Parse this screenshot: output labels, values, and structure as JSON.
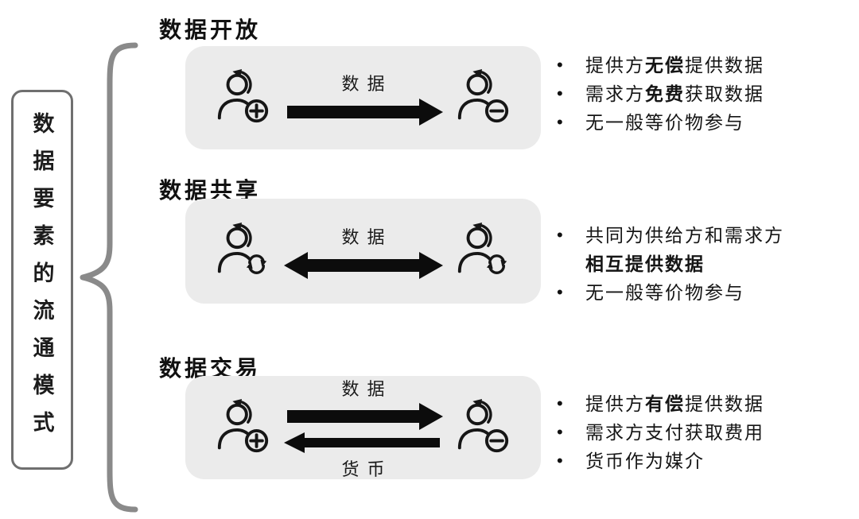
{
  "left_label": {
    "text": "数据要素的流通模式"
  },
  "bullet_char": "•",
  "colors": {
    "box_background": "#ebebeb",
    "arrow": "#0c0c0c",
    "brace": "#8a8a8a",
    "label_box_border": "#6f6f6f"
  },
  "sections": [
    {
      "title": "数据开放",
      "arrow_label": "数据",
      "left_icon": "person-plus-icon",
      "right_icon": "person-minus-icon",
      "bullets": [
        {
          "dot": "•",
          "pre": "提供方",
          "bold": "无偿",
          "post": "提供数据"
        },
        {
          "dot": "•",
          "pre": "需求方",
          "bold": "免费",
          "post": "获取数据"
        },
        {
          "dot": "•",
          "pre": "无一般等价物参与",
          "bold": "",
          "post": ""
        }
      ]
    },
    {
      "title": "数据共享",
      "arrow_label": "数据",
      "left_icon": "person-sync-icon",
      "right_icon": "person-sync-icon",
      "bullets": [
        {
          "dot": "•",
          "pre": "共同为供给方和需求方",
          "bold": "",
          "post": ""
        },
        {
          "dot": "",
          "pre": "",
          "bold": "相互提供数据",
          "post": ""
        },
        {
          "dot": "•",
          "pre": "无一般等价物参与",
          "bold": "",
          "post": ""
        }
      ]
    },
    {
      "title": "数据交易",
      "arrow_label_top": "数据",
      "arrow_label_bottom": "货币",
      "left_icon": "person-plus-icon",
      "right_icon": "person-minus-icon",
      "bullets": [
        {
          "dot": "•",
          "pre": "提供方",
          "bold": "有偿",
          "post": "提供数据"
        },
        {
          "dot": "•",
          "pre": "需求方支付获取费用",
          "bold": "",
          "post": ""
        },
        {
          "dot": "•",
          "pre": "货币作为媒介",
          "bold": "",
          "post": ""
        }
      ]
    }
  ]
}
